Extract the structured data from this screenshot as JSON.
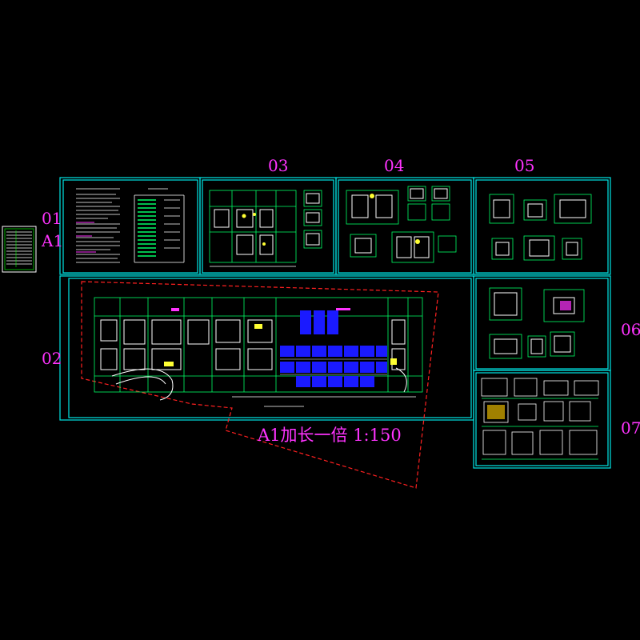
{
  "sheet_labels": {
    "s01": "01",
    "a1": "A1",
    "s02": "02",
    "s03": "03",
    "s04": "04",
    "s05": "05",
    "s06": "06",
    "s07": "07"
  },
  "caption": "A1加长一倍 1:150",
  "colors": {
    "background": "#000000",
    "frame": "#00e5e5",
    "label": "#ff33ff",
    "boundary": "#ff2020",
    "linework": "#00ff66",
    "text_white": "#ffffff",
    "parking": "#1a1aff",
    "accent_yellow": "#ffff33"
  }
}
